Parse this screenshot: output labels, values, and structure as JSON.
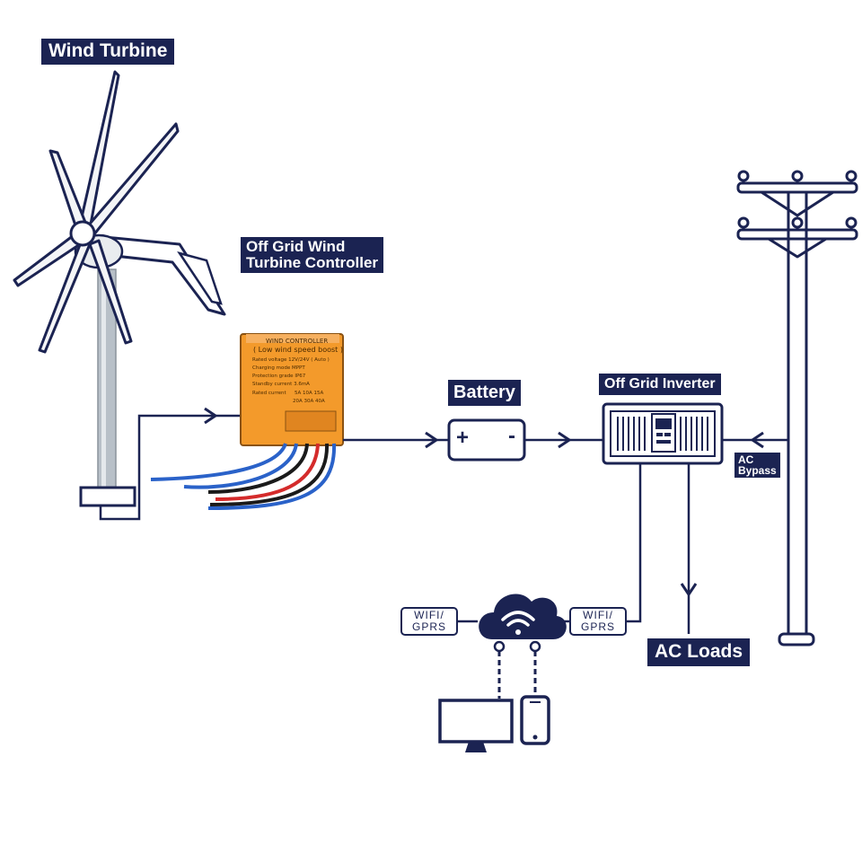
{
  "labels": {
    "wind_turbine": "Wind Turbine",
    "controller_line1": "Off Grid Wind",
    "controller_line2": "Turbine Controller",
    "battery": "Battery",
    "inverter": "Off Grid Inverter",
    "ac_bypass_line1": "AC",
    "ac_bypass_line2": "Bypass",
    "ac_loads": "AC Loads",
    "wifi_left_line1": "WIFI/",
    "wifi_left_line2": "GPRS",
    "wifi_right_line1": "WIFI/",
    "wifi_right_line2": "GPRS"
  },
  "controller_panel": {
    "title": "WIND CONTROLLER",
    "subtitle": "( Low wind speed boost )",
    "rated_voltage": "Rated voltage 12V/24V ( Auto )",
    "charging_mode": "Charging mode MPPT",
    "protection": "Protection grade IP67",
    "standby": "Standby current 3.6mA",
    "rated_current": "Rated current",
    "current_options_row1": "5A  10A  15A",
    "current_options_row2": "20A  30A  40A"
  },
  "battery_terminals": {
    "positive": "+",
    "negative": "-"
  },
  "colors": {
    "navy": "#1b2352",
    "controller_orange": "#f39a2b",
    "wire_blue": "#2a62c9",
    "wire_red": "#d42b2b",
    "wire_black": "#1a1a1a"
  },
  "icons": [
    "wind-turbine-icon",
    "utility-pole-icon",
    "cloud-wifi-icon",
    "monitor-icon",
    "phone-icon",
    "battery-icon",
    "inverter-icon"
  ]
}
